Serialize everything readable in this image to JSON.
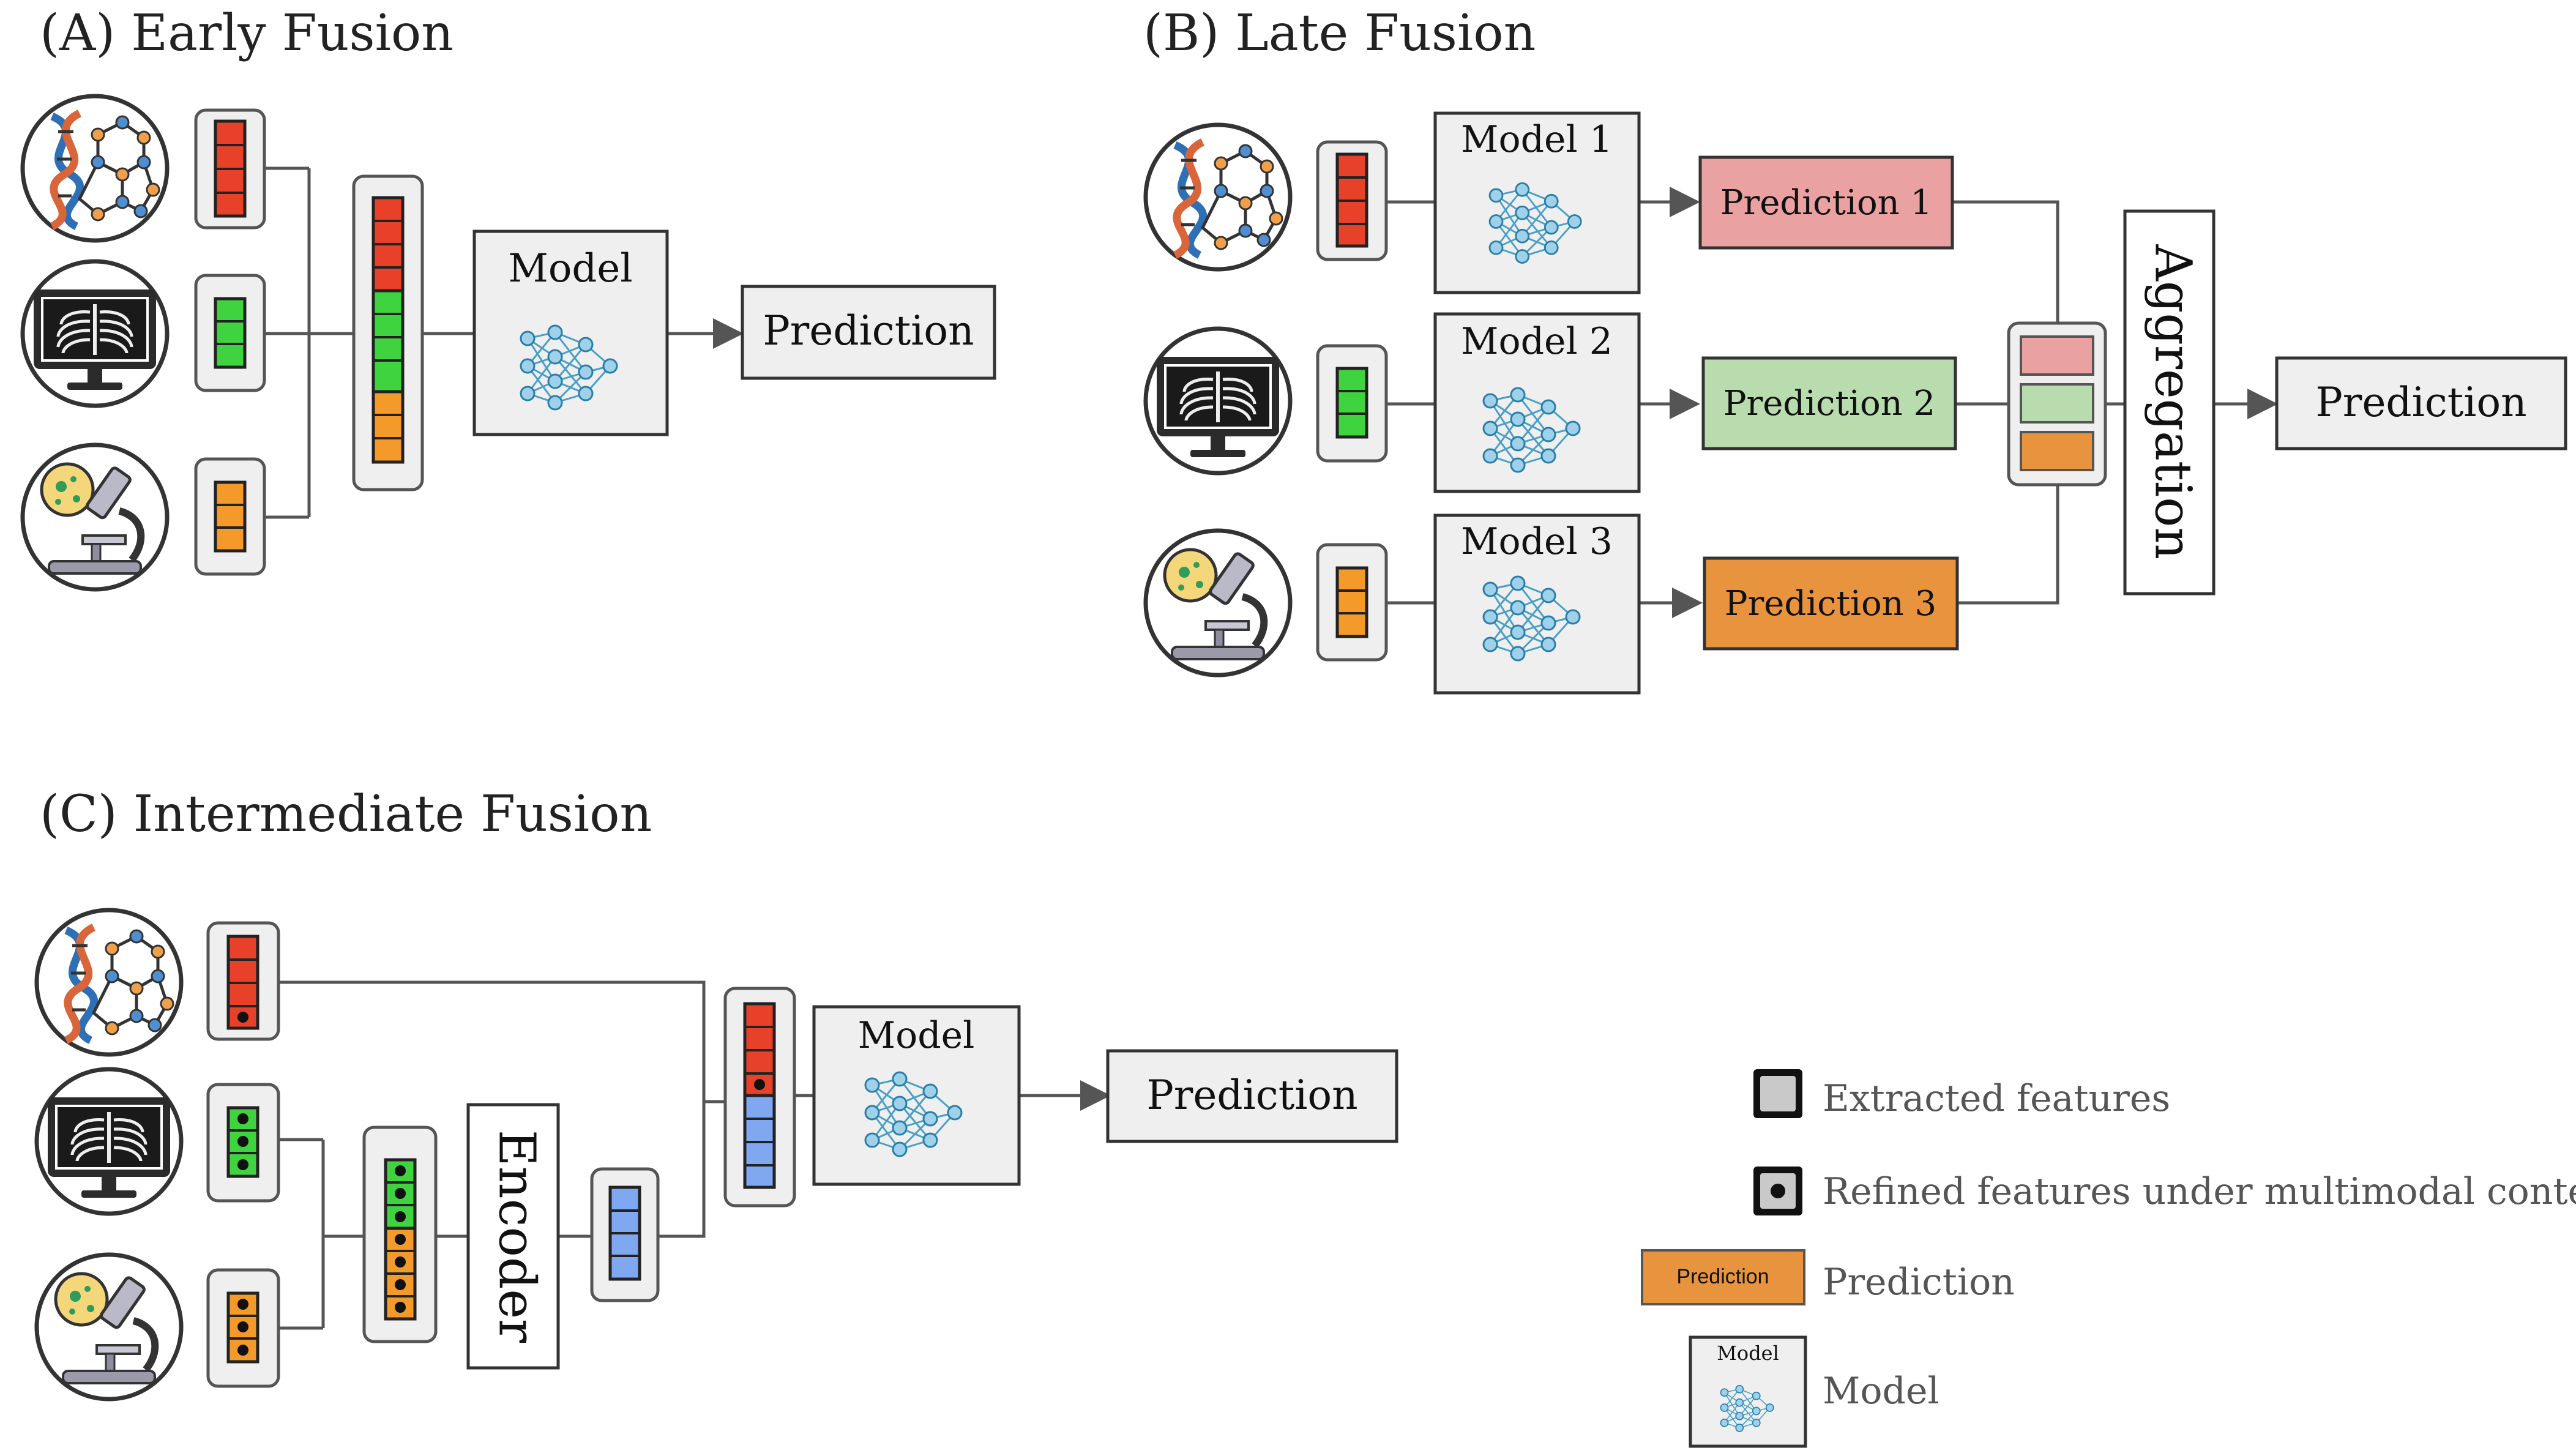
{
  "sections": {
    "early": {
      "title": "(A) Early Fusion",
      "model_label": "Model",
      "prediction_label": "Prediction"
    },
    "late": {
      "title": "(B) Late Fusion",
      "models": [
        "Model 1",
        "Model 2",
        "Model 3"
      ],
      "predictions": [
        "Prediction 1",
        "Prediction 2",
        "Prediction 3"
      ],
      "aggregation_label": "Aggregation",
      "prediction_label": "Prediction"
    },
    "intermediate": {
      "title": "(C) Intermediate Fusion",
      "encoder_label": "Encoder",
      "model_label": "Model",
      "prediction_label": "Prediction"
    }
  },
  "legend": {
    "extracted": "Extracted features",
    "refined": "Refined features under multimodal context",
    "prediction": "Prediction",
    "prediction_box": "Prediction",
    "model": "Model",
    "model_box": "Model"
  },
  "modalities": [
    "genomics-icon",
    "xray-monitor-icon",
    "microscope-icon"
  ],
  "colors": {
    "genomics": "#e8412a",
    "imaging": "#3fd33f",
    "pathology": "#f39a2a",
    "encoded": "#7fa8f0",
    "pred1": "#e9a1a1",
    "pred2": "#b8dcae",
    "pred3": "#e8943e",
    "box_fill": "#efefef"
  }
}
